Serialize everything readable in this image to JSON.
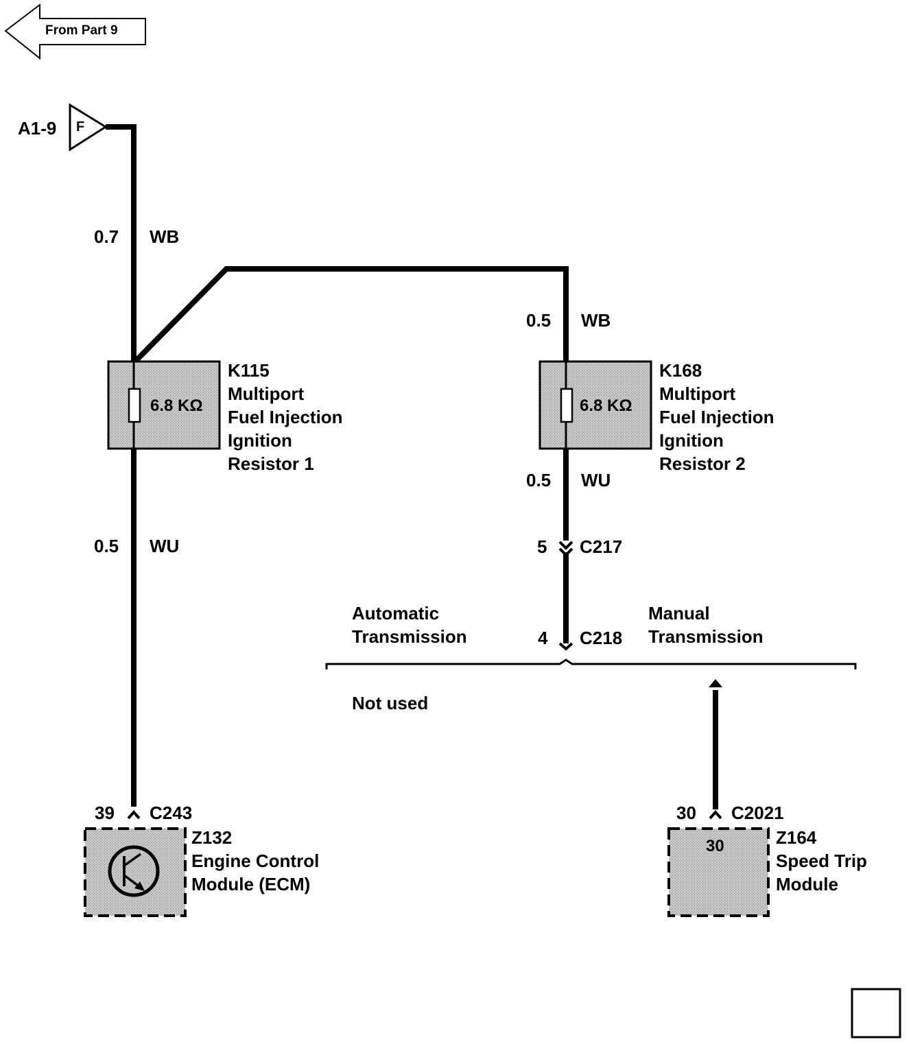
{
  "nav": {
    "from_part": "From Part  9"
  },
  "feed": {
    "ref": "A1-9",
    "flag_letter": "F"
  },
  "wires": {
    "main_upper": {
      "size": "0.7",
      "color": "WB"
    },
    "branch": {
      "size": "0.5",
      "color": "WB"
    },
    "k168_out": {
      "size": "0.5",
      "color": "WU"
    },
    "k115_out": {
      "size": "0.5",
      "color": "WU"
    }
  },
  "k115": {
    "value": "6.8 KΩ",
    "lines": [
      "K115",
      "Multiport",
      "Fuel Injection",
      "Ignition",
      "Resistor 1"
    ]
  },
  "k168": {
    "value": "6.8 KΩ",
    "lines": [
      "K168",
      "Multiport",
      "Fuel Injection",
      "Ignition",
      "Resistor 2"
    ]
  },
  "connectors": {
    "c217": {
      "pin": "5",
      "name": "C217"
    },
    "c218": {
      "pin": "4",
      "name": "C218"
    },
    "c243": {
      "pin": "39",
      "name": "C243"
    },
    "c2021": {
      "pin": "30",
      "name": "C2021"
    }
  },
  "options": {
    "auto": [
      "Automatic",
      "Transmission"
    ],
    "manual": [
      "Manual",
      "Transmission"
    ],
    "not_used": "Not used"
  },
  "z132": {
    "lines": [
      "Z132",
      "Engine Control",
      "Module (ECM)"
    ]
  },
  "z164": {
    "pin": "30",
    "lines": [
      "Z164",
      "Speed Trip",
      "Module"
    ]
  }
}
